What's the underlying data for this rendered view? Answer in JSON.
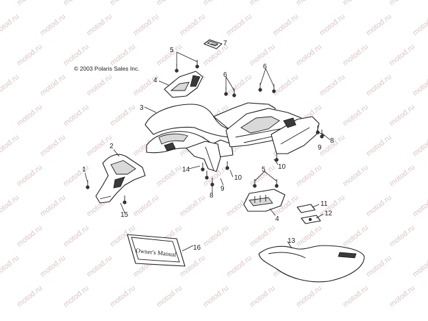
{
  "copyright": "© 2003 Polaris Sales Inc.",
  "watermark": "motod.ru",
  "manual_label": "Owner's Manual",
  "callouts": {
    "c1": "1",
    "c2": "2",
    "c3": "3",
    "c4a": "4",
    "c4b": "4",
    "c5a": "5",
    "c5b": "5",
    "c6a": "6",
    "c6b": "6",
    "c7": "7",
    "c8a": "8",
    "c8b": "8",
    "c9a": "9",
    "c9b": "9",
    "c10a": "10",
    "c10b": "10",
    "c11": "11",
    "c12": "12",
    "c13": "13",
    "c14": "14",
    "c15": "15",
    "c16": "16"
  }
}
